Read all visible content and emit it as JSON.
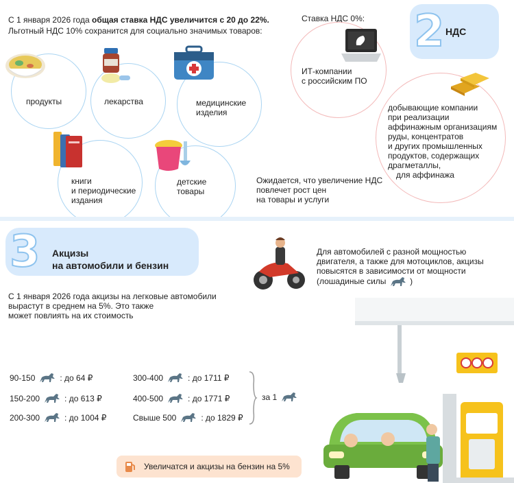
{
  "vat": {
    "intro_line1_plain": "С 1 января 2026 года ",
    "intro_line1_bold": "общая ставка НДС увеличится с 20 до 22%.",
    "intro_line2": "Льготный НДС 10% сохранится для социально значимых товаров:",
    "zero_rate_title": "Ставка НДС 0%:",
    "badge_number": "2",
    "badge_label": "НДС",
    "items": {
      "products": "продукты",
      "medicine": "лекарства",
      "medical_line1": "медицинские",
      "medical_line2": "изделия",
      "books_line1": "книги",
      "books_line2": "и периодические",
      "books_line3": "издания",
      "kids_line1": "детские",
      "kids_line2": "товары"
    },
    "it_line1": "ИТ-компании",
    "it_line2": "с российским ПО",
    "mining_lines": [
      "добывающие компании",
      "при реализации",
      "аффинажным организациям",
      "руды, концентратов",
      "и других промышленных",
      "продуктов, содержащих",
      "драгметаллы,",
      "для аффинажа"
    ],
    "expect_lines": [
      "Ожидается, что увеличение НДС",
      "повлечет рост цен",
      "на товары и услуги"
    ]
  },
  "excise": {
    "badge_number": "3",
    "badge_line1": "Акцизы",
    "badge_line2": "на автомобили и бензин",
    "cars_lines": [
      "С 1 января 2026 года акцизы на легковые автомобили",
      "вырастут в среднем на 5%. Это также",
      "может повлиять на их стоимость"
    ],
    "moto_lines": [
      "Для автомобилей с разной мощностью",
      "двигателя, а также для мотоциклов, акцизы",
      "повысятся в зависимости от мощности",
      "(лошадиные силы"
    ],
    "moto_close": ")",
    "rates_left": [
      {
        "range": "90-150",
        "value": ": до 64 ₽"
      },
      {
        "range": "150-200",
        "value": ": до 613 ₽"
      },
      {
        "range": "200-300",
        "value": ": до 1004 ₽"
      }
    ],
    "rates_right": [
      {
        "range": "300-400",
        "value": ": до 1711 ₽"
      },
      {
        "range": "400-500",
        "value": ": до 1771 ₽"
      },
      {
        "range": "Свыше 500",
        "value": ": до 1829 ₽"
      }
    ],
    "per_unit": "за 1",
    "fuel_note": "Увеличатся и акцизы на бензин на 5%"
  },
  "colors": {
    "badge_bg": "#d8eafc",
    "circle_blue": "#a9d4f2",
    "circle_pink": "#f3b9b9",
    "horse": "#5b7586",
    "note_bg": "#fde3d0",
    "car": "#7cc24a",
    "station": "#f6c21c"
  },
  "icons": [
    "soup-icon",
    "medicine-icon",
    "first-aid-kit-icon",
    "books-icon",
    "kids-bucket-icon",
    "laptop-icon",
    "gold-bars-icon",
    "motorcycle-icon",
    "horse-icon",
    "car-icon",
    "gas-station-icon",
    "fuel-pump-icon"
  ]
}
